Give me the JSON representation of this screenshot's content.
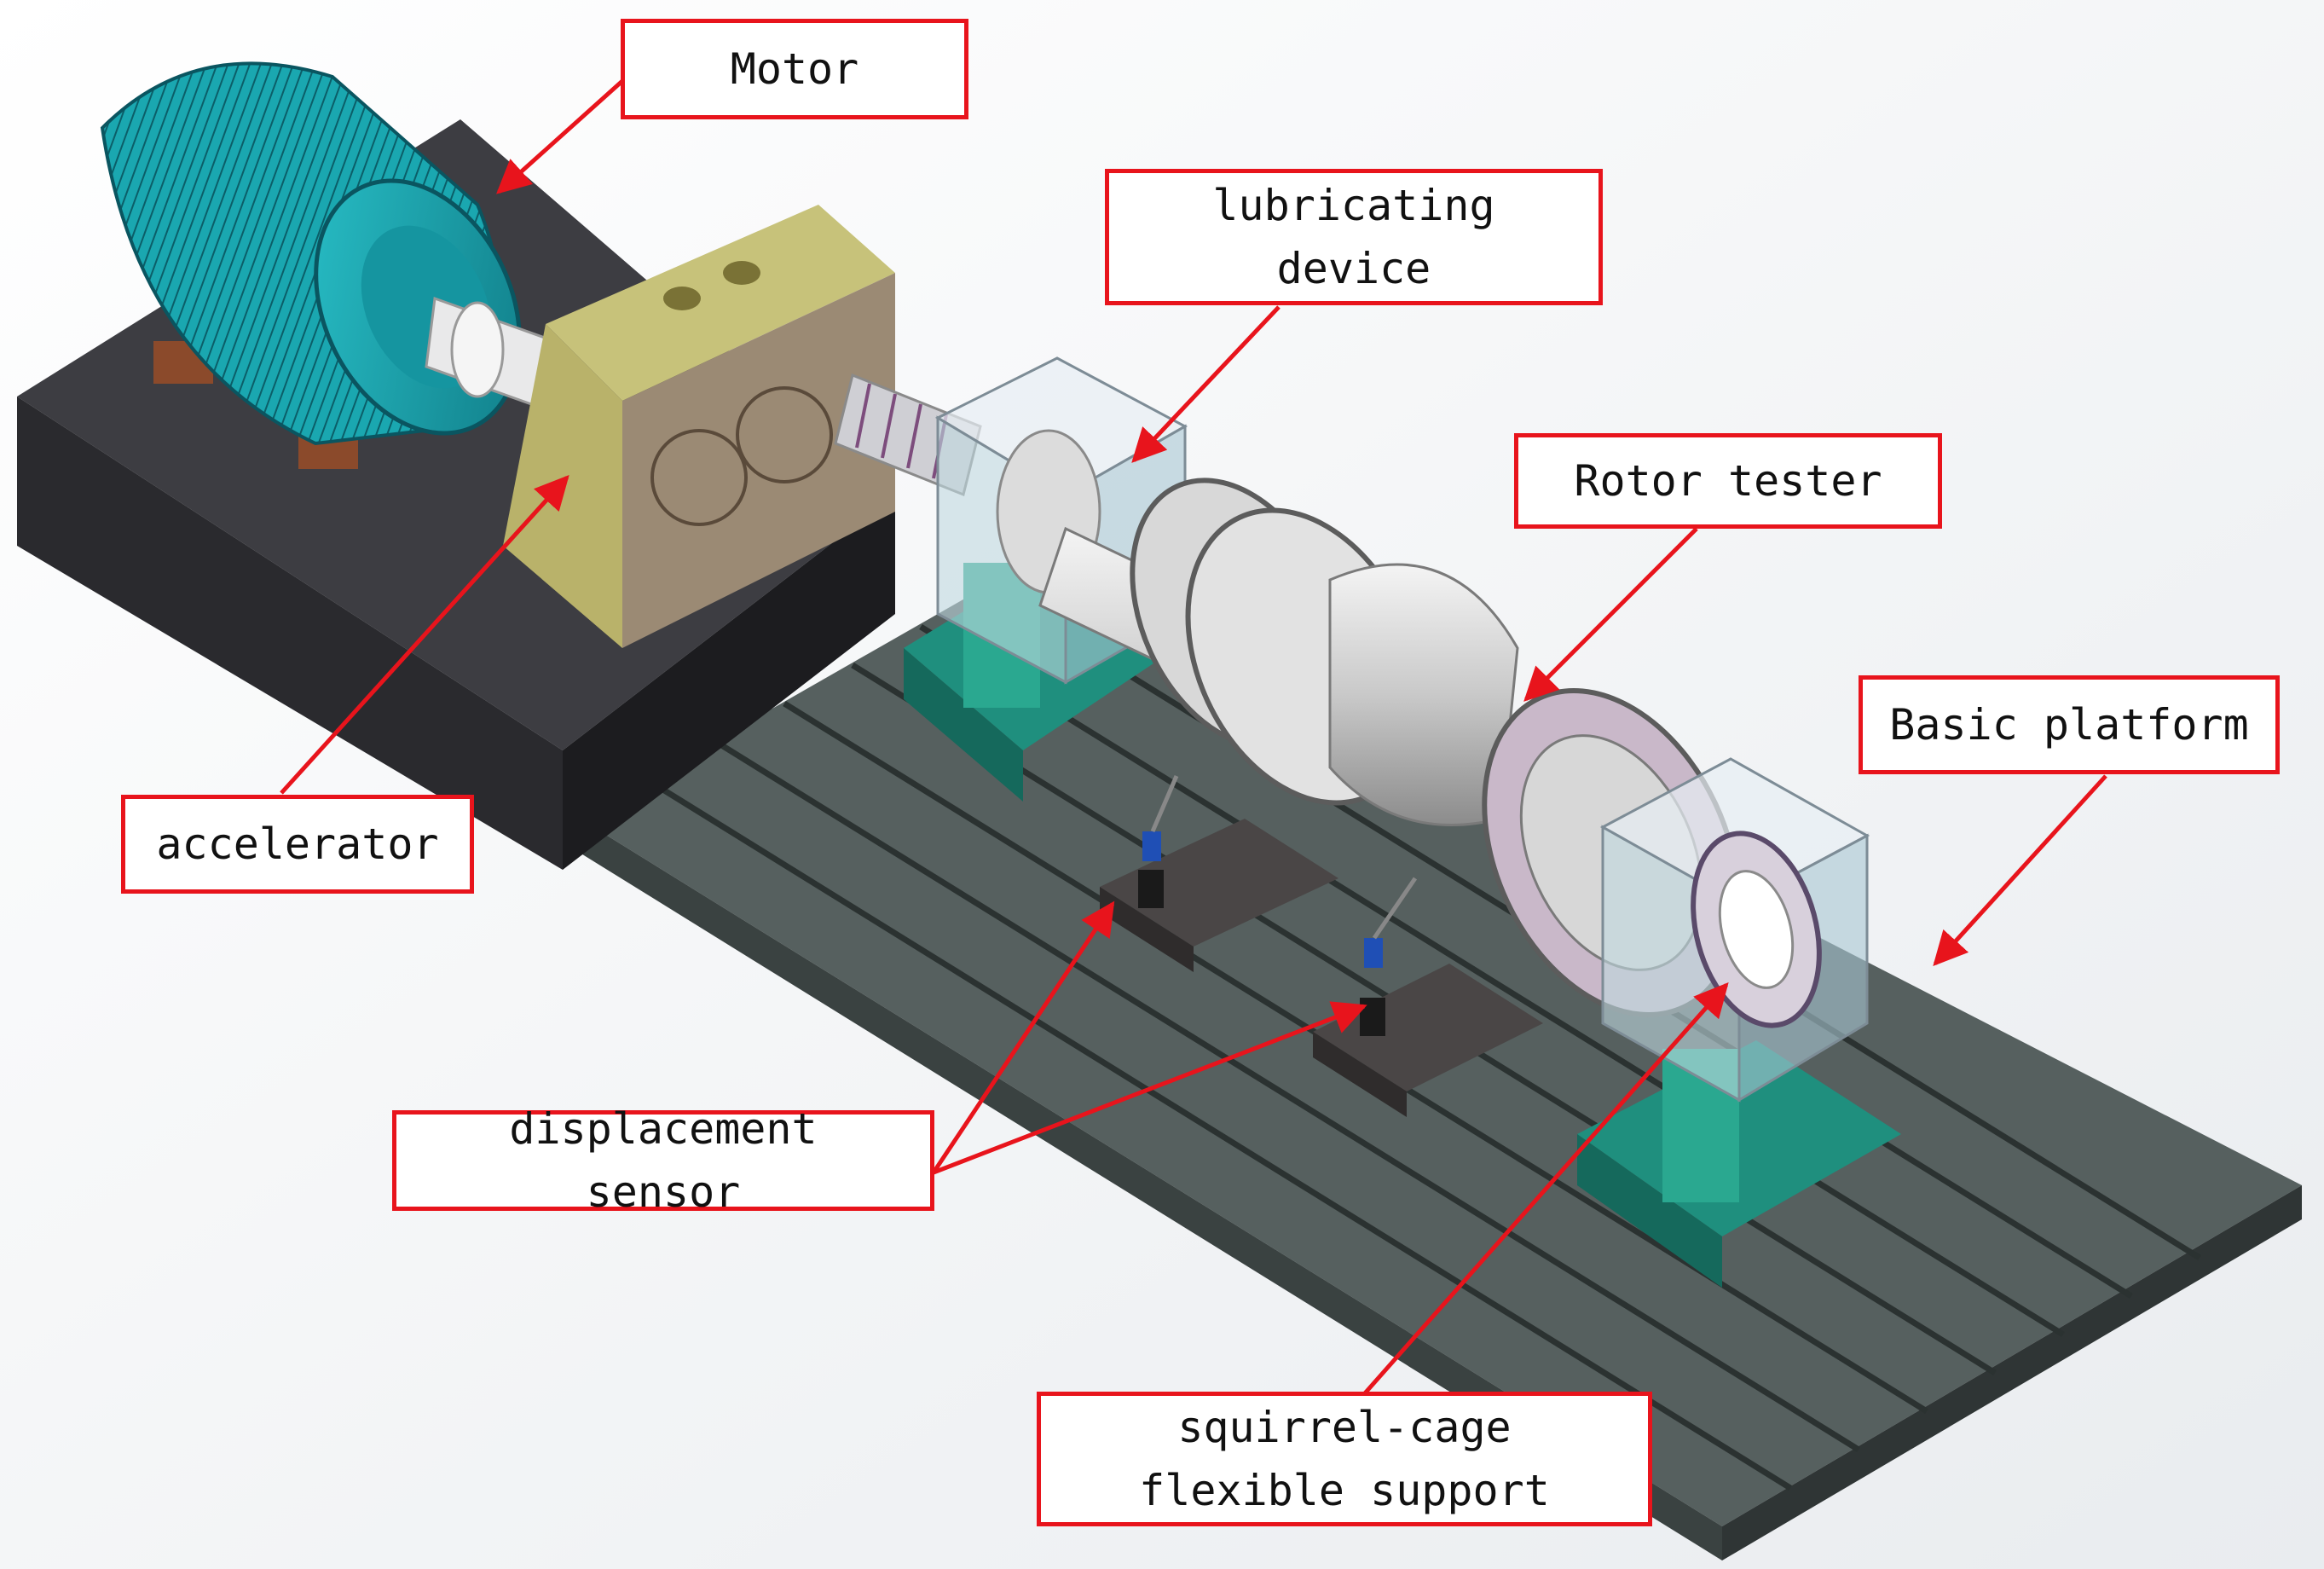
{
  "diagram": {
    "labels": {
      "motor": "Motor",
      "lubricating_device": "lubricating\ndevice",
      "rotor_tester": "Rotor tester",
      "basic_platform": "Basic platform",
      "accelerator": "accelerator",
      "displacement_sensor": "displacement\nsensor",
      "squirrel_cage": "squirrel-cage\nflexible support"
    },
    "colors": {
      "callout_border": "#e8141c",
      "arrow": "#e8141c",
      "motor_body": "#1aa7b0",
      "gearbox": "#b9b26a",
      "platform": "#4f5a5a",
      "motor_base": "#3c3c40",
      "support_base": "#1f8f7e",
      "rotor": "#d4d4d4"
    }
  }
}
